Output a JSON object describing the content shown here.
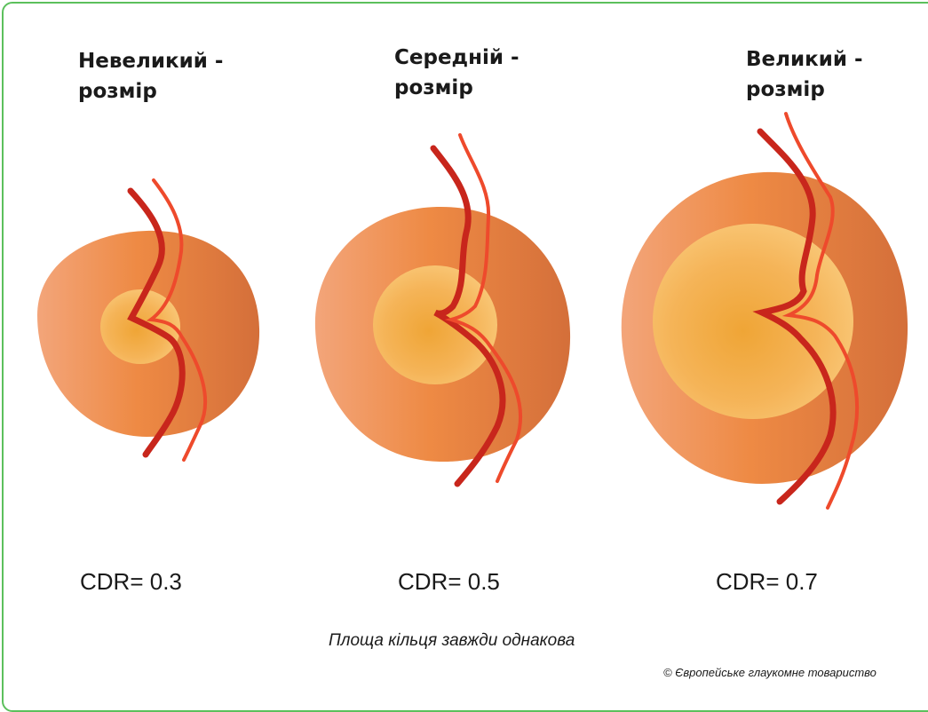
{
  "discs": [
    {
      "title_line1": "Невеликий -",
      "title_line2": "розмір",
      "cdr_label": "CDR= 0.3"
    },
    {
      "title_line1": "Середній -",
      "title_line2": "розмір",
      "cdr_label": "CDR= 0.5"
    },
    {
      "title_line1": "Великий -",
      "title_line2": "розмір",
      "cdr_label": "CDR= 0.7"
    }
  ],
  "caption": "Площа кільця завжди однакова",
  "copyright": "© Європейське глаукомне товариство",
  "colors": {
    "border": "#5cc05c",
    "disc_rim": "#ec8a48",
    "disc_rim_dark": "#d8703a",
    "cup": "#f6b45a",
    "vessel_dark": "#c8261c",
    "vessel_light": "#ee4a2c"
  }
}
